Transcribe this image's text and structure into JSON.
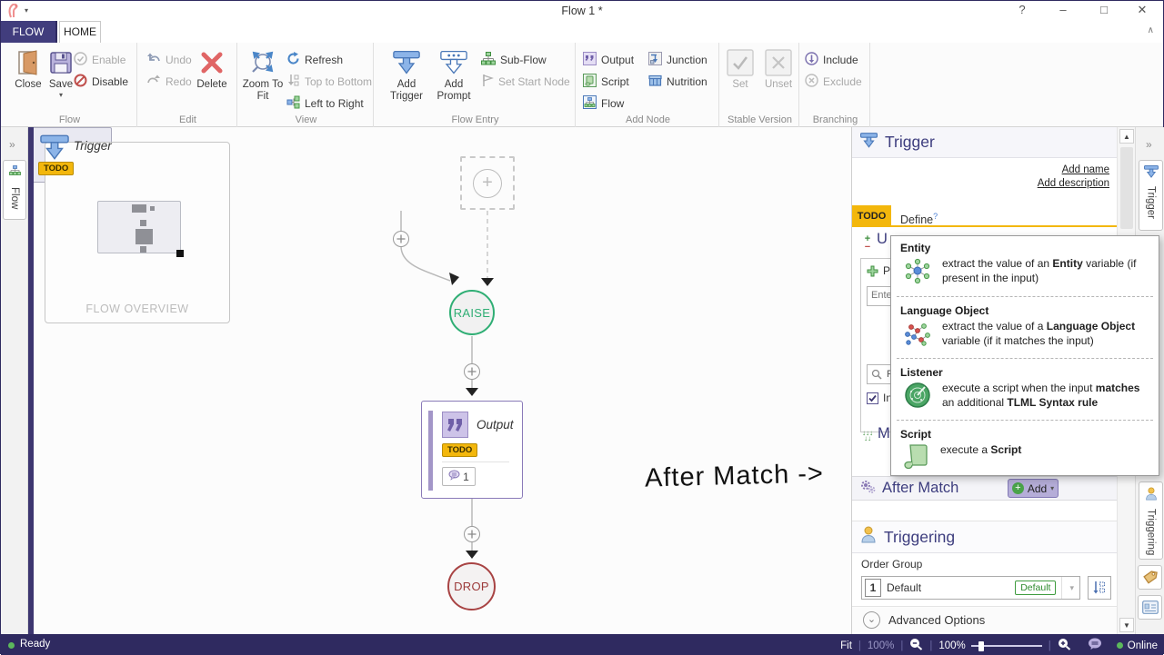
{
  "colors": {
    "accent_purple": "#2f2a60",
    "header_text": "#3d3d7e",
    "todo_yellow": "#f3b70c",
    "raise_green": "#2fae74",
    "drop_red": "#a84343",
    "online_green": "#5cb85c",
    "node_purple": "#8a7ab8",
    "funnel_blue": "#8cb4e8"
  },
  "icons": {
    "caret_down": "▾",
    "collapse_ribbon": "∧",
    "panel_pin": "»",
    "scroll_up": "▲",
    "scroll_down": "▼",
    "plus": "+",
    "expander_chevron": "⌄",
    "help_glyph": "?",
    "minimize_glyph": "–",
    "maximize_glyph": "□",
    "close_glyph": "✕"
  },
  "titlebar": {
    "title": "Flow 1 *"
  },
  "tabs": {
    "flow": "FLOW",
    "home": "HOME"
  },
  "ribbon": {
    "flow": {
      "label": "Flow",
      "close": "Close",
      "save": "Save",
      "enable": "Enable",
      "disable": "Disable"
    },
    "edit": {
      "label": "Edit",
      "undo": "Undo",
      "redo": "Redo",
      "delete": "Delete"
    },
    "view": {
      "label": "View",
      "zoom_to_fit": "Zoom To Fit",
      "refresh": "Refresh",
      "top_to_bottom": "Top to Bottom",
      "left_to_right": "Left to Right"
    },
    "flow_entry": {
      "label": "Flow Entry",
      "add_trigger": "Add Trigger",
      "add_prompt": "Add Prompt",
      "sub_flow": "Sub-Flow",
      "set_start_node": "Set Start Node"
    },
    "add_node": {
      "label": "Add Node",
      "output": "Output",
      "script": "Script",
      "flow": "Flow",
      "junction": "Junction",
      "nutrition": "Nutrition"
    },
    "stable_version": {
      "label": "Stable Version",
      "set": "Set",
      "unset": "Unset"
    },
    "branching": {
      "label": "Branching",
      "include": "Include",
      "exclude": "Exclude"
    }
  },
  "left_strip": {
    "flow_tab": "Flow"
  },
  "canvas": {
    "overview_label": "FLOW OVERVIEW",
    "trigger_node": {
      "title": "Trigger",
      "badge": "TODO"
    },
    "raise_label": "RAISE",
    "output_node": {
      "title": "Output",
      "badge": "TODO",
      "bubble_count": "1"
    },
    "drop_label": "DROP",
    "annotation": "After Match ->"
  },
  "panel": {
    "header_title": "Trigger",
    "add_name_link": "Add name",
    "add_description_link": "Add description",
    "todo_tab": "TODO",
    "define_tab": "Define",
    "define_help": "?",
    "section_u_partial": "U",
    "btn_po_partial": "Po",
    "input_ente_partial": "Ente",
    "search_f_partial": "F",
    "check_in_partial": "In",
    "section_m_partial": "M",
    "after_match": {
      "title": "After Match",
      "add_button": "Add"
    },
    "triggering": {
      "title": "Triggering",
      "order_group_label": "Order Group",
      "order_number": "1",
      "order_value": "Default",
      "order_badge": "Default",
      "advanced": "Advanced Options"
    }
  },
  "right_strip": {
    "trigger_tab": "Trigger",
    "triggering_tab": "Triggering"
  },
  "dropdown": {
    "items": [
      {
        "icon": "entity-icon",
        "title": "Entity",
        "segments": [
          [
            "extract the value of an ",
            false
          ],
          [
            "Entity",
            true
          ],
          [
            " variable (if present in the input)",
            false
          ]
        ]
      },
      {
        "icon": "language-object-icon",
        "title": "Language Object",
        "segments": [
          [
            "extract the value of a ",
            false
          ],
          [
            "Language Object",
            true
          ],
          [
            " variable (if it matches the input)",
            false
          ]
        ]
      },
      {
        "icon": "listener-icon",
        "title": "Listener",
        "segments": [
          [
            "execute a script when the input ",
            false
          ],
          [
            "matches",
            true
          ],
          [
            " an additional ",
            false
          ],
          [
            "TLML Syntax rule",
            true
          ]
        ]
      },
      {
        "icon": "script-icon",
        "title": "Script",
        "segments": [
          [
            "execute a ",
            false
          ],
          [
            "Script",
            true
          ]
        ]
      }
    ]
  },
  "statusbar": {
    "ready": "Ready",
    "fit": "Fit",
    "zoom_level_left": "100%",
    "zoom_level_right": "100%",
    "online": "Online"
  }
}
